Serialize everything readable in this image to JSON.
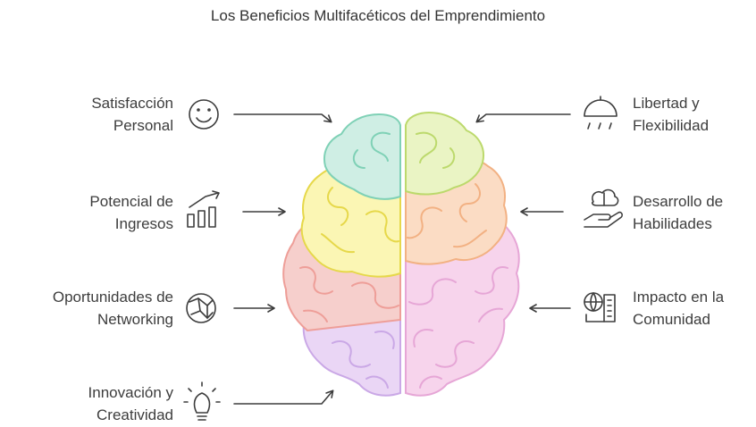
{
  "title": "Los Beneficios Multifacéticos del Emprendimiento",
  "benefits_left": [
    {
      "line1": "Satisfacción",
      "line2": "Personal",
      "icon": "smile-icon"
    },
    {
      "line1": "Potencial de",
      "line2": "Ingresos",
      "icon": "growth-chart-icon"
    },
    {
      "line1": "Oportunidades de",
      "line2": "Networking",
      "icon": "globe-network-icon"
    },
    {
      "line1": "Innovación y",
      "line2": "Creatividad",
      "icon": "lightbulb-icon"
    }
  ],
  "benefits_right": [
    {
      "line1": "Libertad y",
      "line2": "Flexibilidad",
      "icon": "umbrella-icon"
    },
    {
      "line1": "Desarrollo de",
      "line2": "Habilidades",
      "icon": "brain-hand-icon"
    },
    {
      "line1": "Impacto en la",
      "line2": "Comunidad",
      "icon": "buildings-icon"
    }
  ],
  "colors": {
    "teal": "#cfeee4",
    "yellow": "#fbf6b4",
    "orange": "#fbdcc4",
    "red": "#f6cfcc",
    "pink": "#f7d4ec",
    "purple": "#ead6f5"
  }
}
